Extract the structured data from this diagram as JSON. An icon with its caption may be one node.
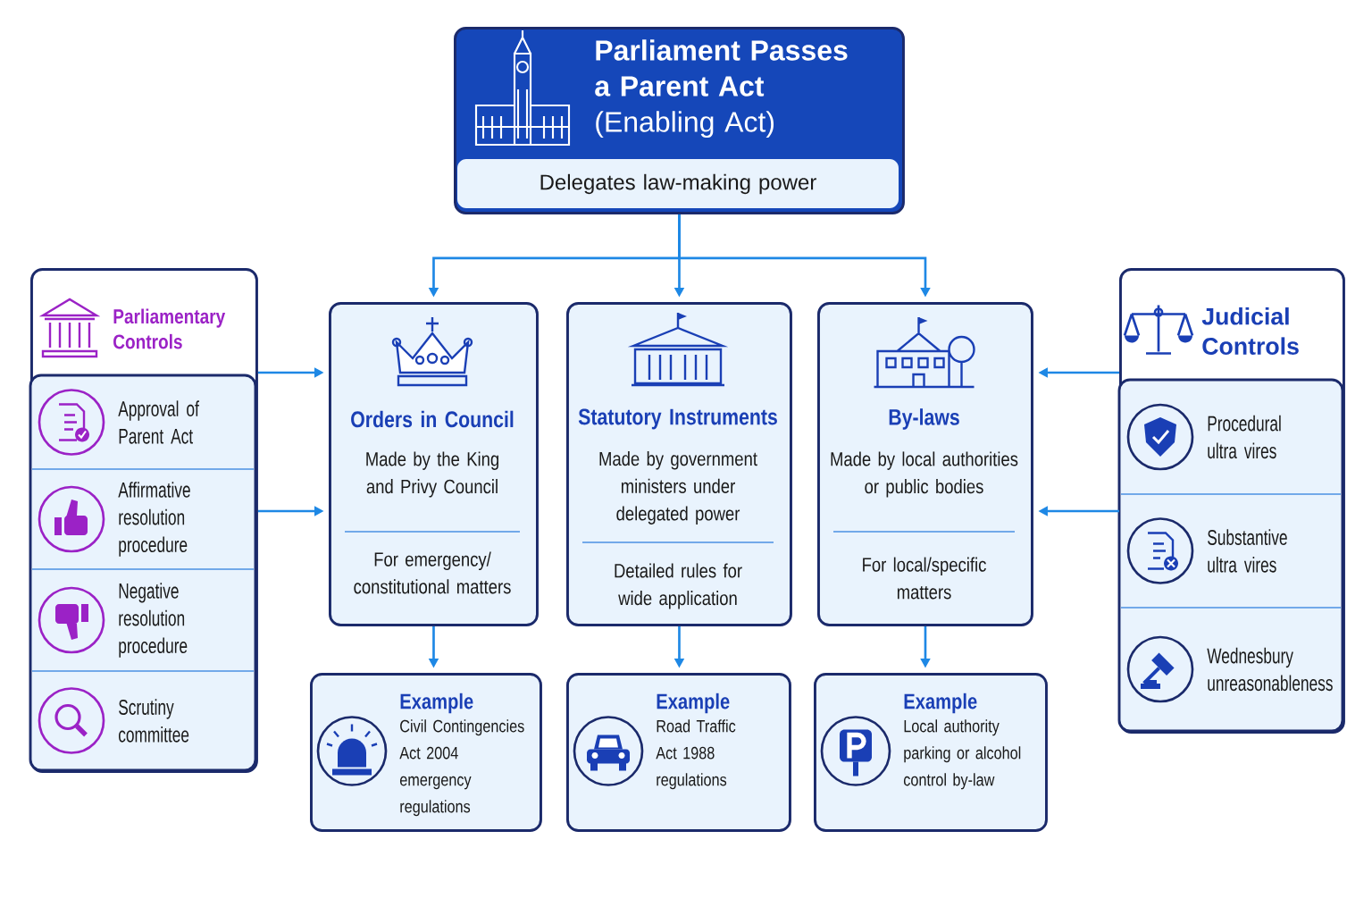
{
  "diagram": {
    "nodes": [
      {
        "text": [
          "**Parliament Passes a Parent Act** (Enabling Act)",
          "Delegates law-making power"
        ]
      },
      {
        "text": [
          "Orders in Council",
          "Made by the King and Privy Council",
          "For emergency/ constitutional matters"
        ]
      },
      {
        "text": [
          "Statutory Instruments",
          "Made by government ministers under delegated power",
          "Detailed rules for wide application"
        ]
      },
      {
        "text": [
          "By-laws",
          "Made by local authorities or public bodies",
          "For local/specific matters"
        ]
      },
      {
        "text": [
          "Example",
          "Civil Contingencies Act 2004 emergency regulations"
        ]
      },
      {
        "text": [
          "Example",
          "Road Traffic Act 1988 regulations"
        ]
      },
      {
        "text": [
          "Example",
          "Local authority parking or alcohol control by-law"
        ]
      },
      {
        "text": [
          "Parliamentary Controls"
        ]
      },
      {
        "text": [
          "Approval of Parent Act"
        ],
        "in": 7
      },
      {
        "text": [
          "Affirmative resolution procedure"
        ],
        "in": 7
      },
      {
        "text": [
          "Negative resolution procedure"
        ],
        "in": 7
      },
      {
        "text": [
          "Scrutiny committee"
        ],
        "in": 7
      },
      {
        "text": [
          "Judicial Controls"
        ]
      },
      {
        "text": [
          "Procedural ultra vires"
        ],
        "in": 12
      },
      {
        "text": [
          "Substantive ultra vires"
        ],
        "in": 12
      },
      {
        "text": [
          "Wednesbury unreasonableness"
        ],
        "in": 12
      }
    ],
    "edges": [
      {
        "from": 0,
        "to": 1,
        "arrow": "to"
      },
      {
        "from": 0,
        "to": 2,
        "arrow": "to"
      },
      {
        "from": 0,
        "to": 3,
        "arrow": "to"
      },
      {
        "from": 1,
        "to": 4,
        "arrow": "to"
      },
      {
        "from": 2,
        "to": 5,
        "arrow": "to"
      },
      {
        "from": 3,
        "to": 6,
        "arrow": "to"
      },
      {
        "from": 7,
        "to": 1,
        "arrow": "to"
      },
      {
        "from": 7,
        "to": 1,
        "arrow": "to"
      },
      {
        "from": 12,
        "to": 3,
        "arrow": "to"
      },
      {
        "from": 12,
        "to": 3,
        "arrow": "to"
      }
    ]
  }
}
